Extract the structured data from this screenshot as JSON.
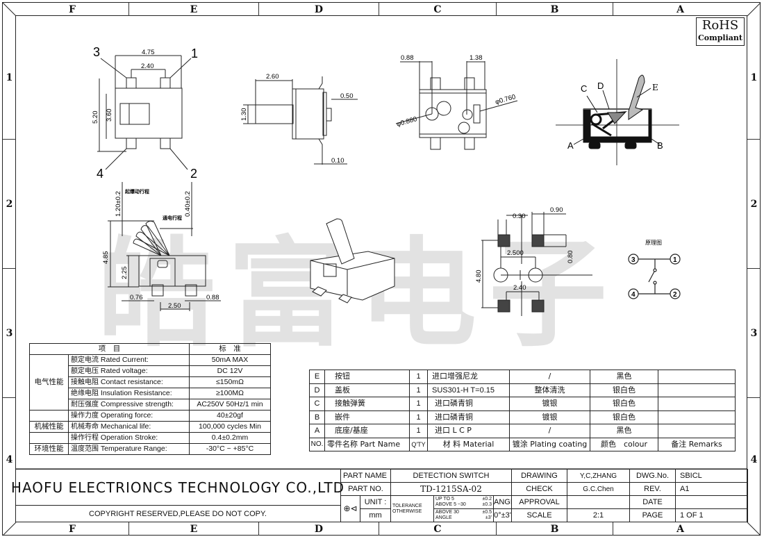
{
  "zones": {
    "columns": [
      "F",
      "E",
      "D",
      "C",
      "B",
      "A"
    ],
    "rows": [
      "1",
      "2",
      "3",
      "4"
    ]
  },
  "rohs": {
    "line1": "RoHS",
    "line2": "Compliant"
  },
  "watermark": "皓富电子",
  "views": {
    "top_view": {
      "dims": [
        "4.75",
        "2.40",
        "5.20",
        "3.60"
      ],
      "pins": [
        "3",
        "1",
        "4",
        "2"
      ]
    },
    "side_view": {
      "dims": [
        "2.60",
        "1.30",
        "0.50",
        "0.10"
      ]
    },
    "bottom_view": {
      "dims": [
        "0.88",
        "1.38",
        "φ0.880",
        "φ0.760"
      ]
    },
    "section_view": {
      "labels": [
        "C",
        "D",
        "E",
        "A",
        "B"
      ]
    },
    "front_view": {
      "dims": [
        "1.20±0.2",
        "0.40±0.2",
        "4.85",
        "2.25",
        "0.76",
        "2.50",
        "0.88"
      ],
      "notes": [
        "起爆动行程",
        "通电行程"
      ]
    },
    "pcb_layout": {
      "dims": [
        "0.30",
        "0.90",
        "2.500",
        "0.80",
        "4.80",
        "2.40"
      ]
    },
    "schematic": {
      "title": "原理图",
      "nodes": [
        "3",
        "1",
        "4",
        "2"
      ]
    }
  },
  "spec_table": {
    "header": [
      "项　目",
      "标　准"
    ],
    "rows": [
      {
        "group": "电气性能",
        "cn": "额定电流",
        "en": "Rated Current:",
        "value": "50mA MAX"
      },
      {
        "group": "",
        "cn": "额定电压",
        "en": "Rated voltage:",
        "value": "DC 12V"
      },
      {
        "group": "",
        "cn": "接触电阻",
        "en": "Contact resistance:",
        "value": "≤150mΩ"
      },
      {
        "group": "",
        "cn": "绝缘电阻",
        "en": "Insulation Resistance:",
        "value": "≥100MΩ"
      },
      {
        "group": "",
        "cn": "耐压强度",
        "en": "Compressive strength:",
        "value": "AC250V  50Hz/1 min"
      },
      {
        "group": "",
        "cn": "操作力度",
        "en": "Operating force:",
        "value": "40±20gf"
      },
      {
        "group": "机械性能",
        "cn": "机械寿命",
        "en": "Mechanical life:",
        "value": "100,000 cycles Min"
      },
      {
        "group": "",
        "cn": "操作行程",
        "en": "Operation Stroke:",
        "value": "0.4±0.2mm"
      },
      {
        "group": "环境性能",
        "cn": "温度范围",
        "en": "Temperature Range:",
        "value": "-30°C ~ +85°C"
      }
    ]
  },
  "bom": {
    "rows": [
      {
        "no": "E",
        "name": "按钮",
        "qty": "1",
        "material": "进口增强尼龙",
        "plating": "/",
        "colour": "黑色",
        "remarks": ""
      },
      {
        "no": "D",
        "name": "盖板",
        "qty": "1",
        "material": "SUS301-H  T=0.15",
        "plating": "整体清洗",
        "colour": "银白色",
        "remarks": ""
      },
      {
        "no": "C",
        "name": "接触弹簧",
        "qty": "1",
        "material": "进口磷青铜",
        "plating": "镀银",
        "colour": "银白色",
        "remarks": ""
      },
      {
        "no": "B",
        "name": "嵌件",
        "qty": "1",
        "material": "进口磷青铜",
        "plating": "镀银",
        "colour": "银白色",
        "remarks": ""
      },
      {
        "no": "A",
        "name": "底座/基座",
        "qty": "1",
        "material": "进口 L C P",
        "plating": "/",
        "colour": "黑色",
        "remarks": ""
      }
    ],
    "header": {
      "no": "NO.",
      "name": "零件名称  Part Name",
      "qty": "Q'TY",
      "material": "材 料  Material",
      "plating": "镀涂  Plating coating",
      "colour": "颜色　colour",
      "remarks": "备注  Remarks"
    }
  },
  "title_block": {
    "company": "HAOFU ELECTRIONCS TECHNOLOGY CO.,LTD",
    "copyright": "COPYRIGHT RESERVED,PLEASE DO NOT COPY.",
    "part_name_label": "PART NAME",
    "part_name": "DETECTION SWITCH",
    "part_no_label": "PART NO.",
    "part_no": "TD-1215SA-02",
    "unit_label": "UNIT :",
    "unit": "mm",
    "tolerance_label_1": "TOLERANCE",
    "tolerance_label_2": "OTHERWISE",
    "tolerances": [
      {
        "range": "UP TO 5",
        "value": "±0.2"
      },
      {
        "range": "ABOVE 5 ~30",
        "value": "±0.3"
      },
      {
        "range": "ABOVE 30",
        "value": "±0.5"
      },
      {
        "range": "ANGLE",
        "value": "±3'"
      }
    ],
    "angle_label": "ANGLE",
    "angle_value": "0°±3'",
    "drawing_label": "DRAWING",
    "drawing": "Y,C,ZHANG",
    "check_label": "CHECK",
    "check": "G.C.Chen",
    "approval_label": "APPROVAL",
    "approval": "",
    "scale_label": "SCALE",
    "scale": "2:1",
    "dwg_no_label": "DWG.No.",
    "dwg_no": "SBICL",
    "rev_label": "REV.",
    "rev": "A1",
    "date_label": "DATE",
    "date": "",
    "page_label": "PAGE",
    "page": "1  OF  1"
  }
}
